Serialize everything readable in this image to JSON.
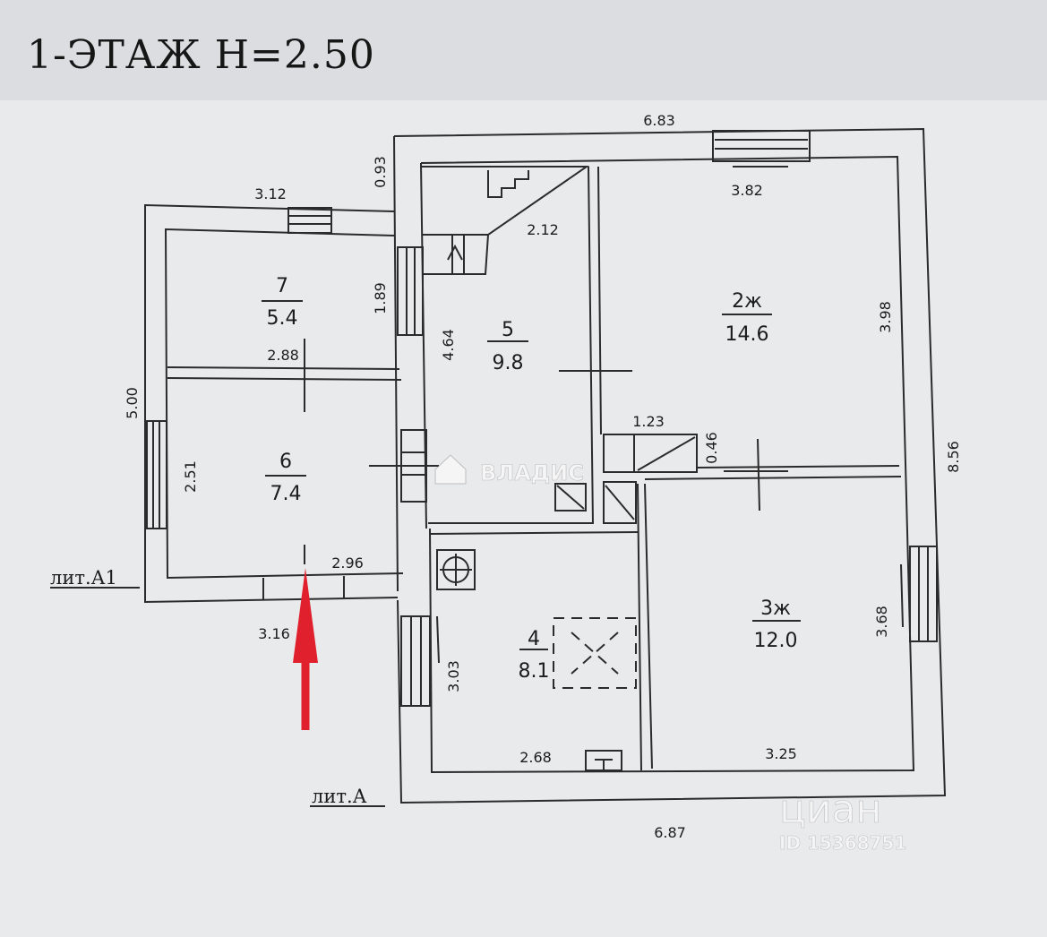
{
  "title": "1-ЭТАЖ  Н=2.50",
  "rooms": [
    {
      "number": "7",
      "area": "5.4"
    },
    {
      "number": "6",
      "area": "7.4"
    },
    {
      "number": "5",
      "area": "9.8"
    },
    {
      "number": "2ж",
      "area": "14.6"
    },
    {
      "number": "4",
      "area": "8.1"
    },
    {
      "number": "3ж",
      "area": "12.0"
    }
  ],
  "dimensions": {
    "top_overall": "6.83",
    "top_left": "3.12",
    "top_step": "0.93",
    "room2_top": "3.82",
    "stair_width": "2.12",
    "room7_height": "1.89",
    "room6_top": "2.88",
    "left_overall": "5.00",
    "room6_height": "2.51",
    "room5_height": "4.64",
    "room2_height": "3.98",
    "right_overall": "8.56",
    "closet_width": "1.23",
    "closet_height": "0.46",
    "room6_bottom": "2.96",
    "lit_a1_bottom": "3.16",
    "room4_height": "3.03",
    "room3_height": "3.68",
    "room4_bottom": "2.68",
    "room3_bottom": "3.25",
    "bottom_overall": "6.87"
  },
  "labels": {
    "lit_a1": "лит.А1",
    "lit_a": "лит.А"
  },
  "watermarks": {
    "vladis": "ВЛАДИС",
    "cian": "циан",
    "cian_id": "ID 15368751"
  },
  "colors": {
    "line": "#2b2b2b",
    "arrow": "#e0202c",
    "background": "#e9eaec"
  }
}
